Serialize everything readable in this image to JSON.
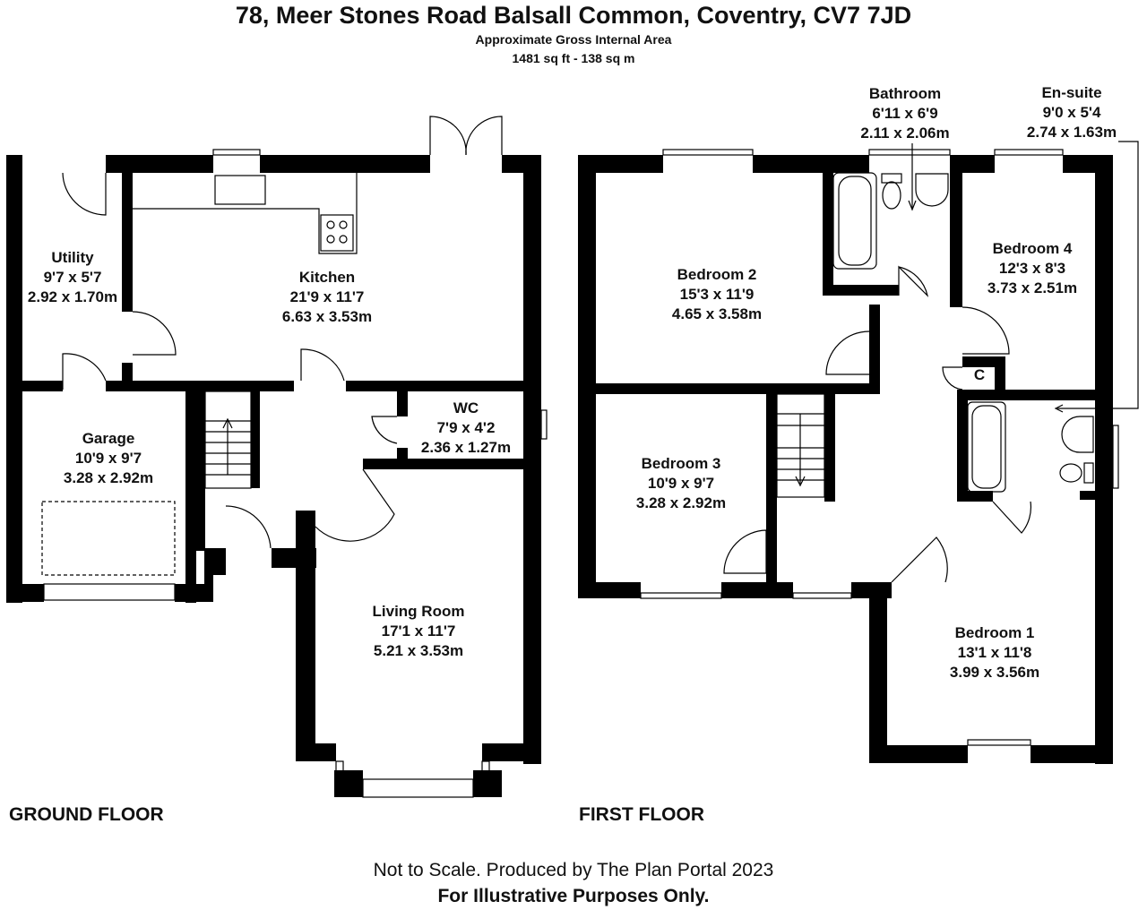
{
  "header": {
    "title": "78, Meer Stones Road Balsall Common, Coventry, CV7 7JD",
    "area_label": "Approximate Gross Internal Area",
    "area_value": "1481 sq ft - 138 sq m"
  },
  "floors": {
    "ground": "GROUND FLOOR",
    "first": "FIRST FLOOR"
  },
  "rooms": {
    "utility": {
      "name": "Utility",
      "imperial": "9'7 x 5'7",
      "metric": "2.92 x 1.70m"
    },
    "kitchen": {
      "name": "Kitchen",
      "imperial": "21'9 x 11'7",
      "metric": "6.63 x 3.53m"
    },
    "garage": {
      "name": "Garage",
      "imperial": "10'9 x 9'7",
      "metric": "3.28 x 2.92m"
    },
    "wc": {
      "name": "WC",
      "imperial": "7'9 x 4'2",
      "metric": "2.36 x 1.27m"
    },
    "living": {
      "name": "Living Room",
      "imperial": "17'1 x 11'7",
      "metric": "5.21 x 3.53m"
    },
    "bathroom": {
      "name": "Bathroom",
      "imperial": "6'11 x 6'9",
      "metric": "2.11 x 2.06m"
    },
    "ensuite": {
      "name": "En-suite",
      "imperial": "9'0 x 5'4",
      "metric": "2.74 x 1.63m"
    },
    "bedroom2": {
      "name": "Bedroom 2",
      "imperial": "15'3 x 11'9",
      "metric": "4.65 x 3.58m"
    },
    "bedroom4": {
      "name": "Bedroom 4",
      "imperial": "12'3 x 8'3",
      "metric": "3.73 x 2.51m"
    },
    "bedroom3": {
      "name": "Bedroom 3",
      "imperial": "10'9 x 9'7",
      "metric": "3.28 x 2.92m"
    },
    "bedroom1": {
      "name": "Bedroom 1",
      "imperial": "13'1 x 11'8",
      "metric": "3.99 x 3.56m"
    },
    "cupboard": {
      "name": "C"
    }
  },
  "footer": {
    "line1": "Not to Scale. Produced by The Plan Portal 2023",
    "line2": "For Illustrative Purposes Only."
  }
}
